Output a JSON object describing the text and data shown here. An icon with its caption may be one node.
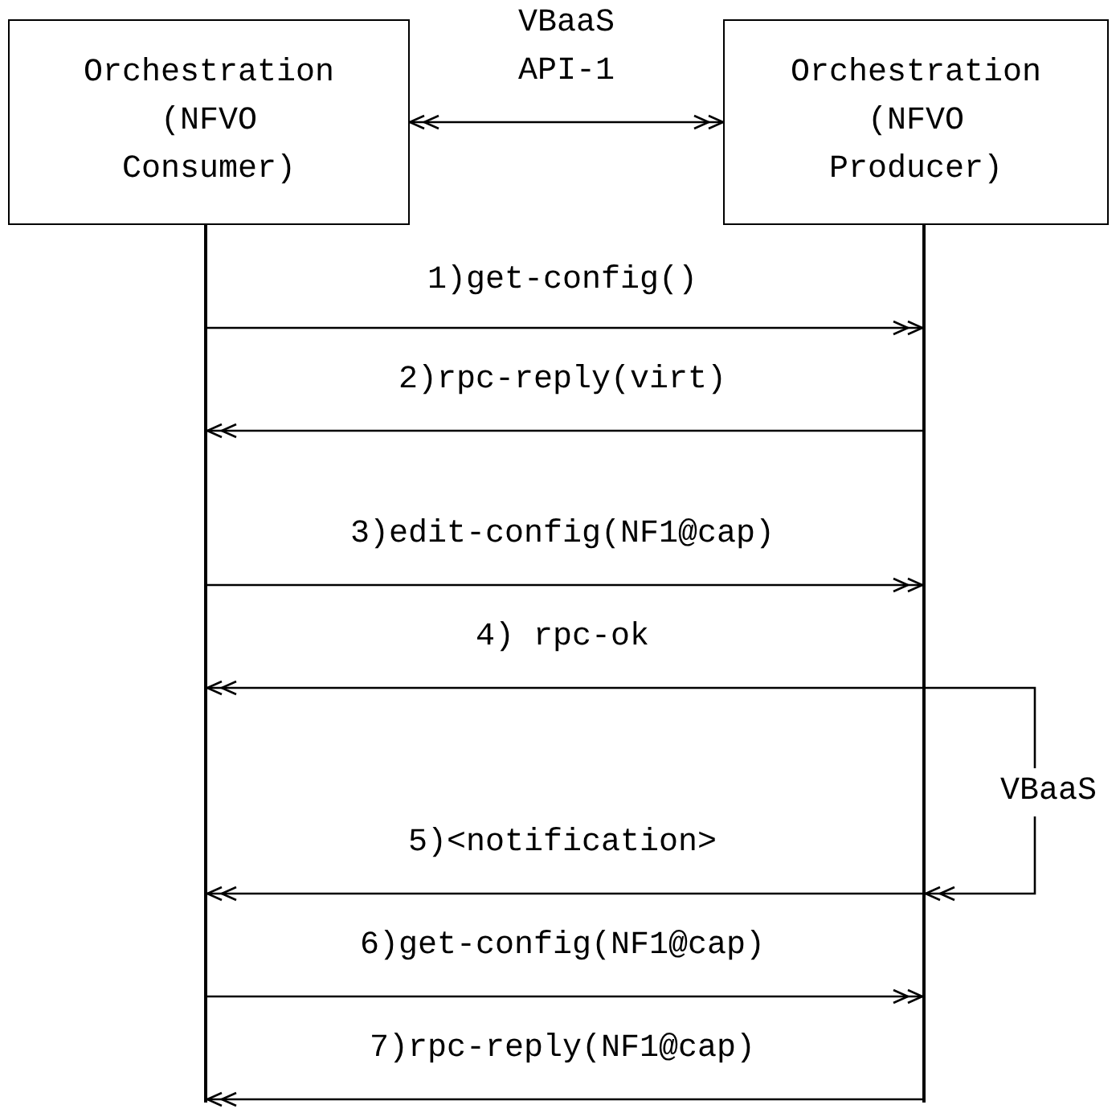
{
  "diagram": {
    "nodes": [
      {
        "text": [
          "Orchestration (NFVO Consumer)"
        ]
      },
      {
        "text": [
          "Orchestration (NFVO Producer)"
        ]
      },
      {
        "text": [],
        "shape": "bar"
      },
      {
        "text": [],
        "shape": "bar"
      }
    ],
    "edges": [
      {
        "from": 0,
        "to": 1,
        "arrow": "both",
        "label": "VBaaS API-1"
      },
      {
        "from": 2,
        "to": 3,
        "arrow": "to",
        "label": "1)get-config()"
      },
      {
        "from": 3,
        "to": 2,
        "arrow": "to",
        "label": "2)rpc-reply(virt)"
      },
      {
        "from": 2,
        "to": 3,
        "arrow": "to",
        "label": "3)edit-config(NF1@cap)"
      },
      {
        "from": 3,
        "to": 2,
        "arrow": "to",
        "label": "4) rpc-ok"
      },
      {
        "from": 3,
        "to": 3,
        "arrow": "to",
        "label": "VBaaS"
      },
      {
        "from": 3,
        "to": 2,
        "arrow": "to",
        "label": "5)<notification>"
      },
      {
        "from": 2,
        "to": 3,
        "arrow": "to",
        "label": "6)get-config(NF1@cap)"
      },
      {
        "from": 3,
        "to": 2,
        "arrow": "to",
        "label": "7)rpc-reply(NF1@cap)"
      }
    ]
  }
}
